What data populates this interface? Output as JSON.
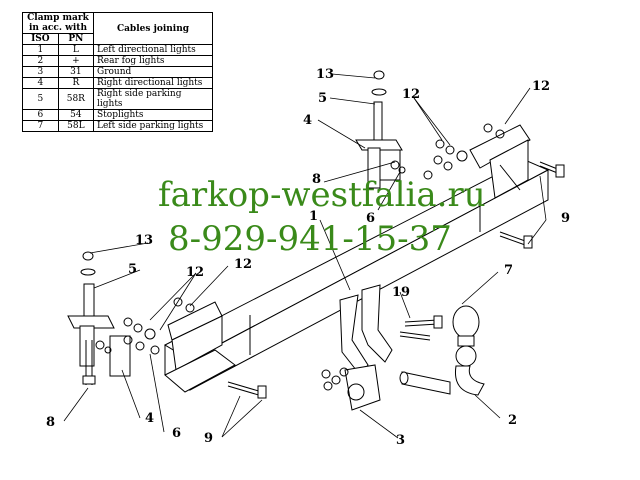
{
  "table": {
    "header_left": "Clamp mark in acc. with",
    "header_right": "Cables joining",
    "col_iso": "ISO",
    "col_pn": "PN",
    "rows": [
      {
        "n": "1",
        "pn": "L",
        "desc": "Left directional lights"
      },
      {
        "n": "2",
        "pn": "+",
        "desc": "Rear fog lights"
      },
      {
        "n": "3",
        "pn": "31",
        "desc": "Ground"
      },
      {
        "n": "4",
        "pn": "R",
        "desc": "Right directional lights"
      },
      {
        "n": "5",
        "pn": "58R",
        "desc": "Right side parking lights"
      },
      {
        "n": "6",
        "pn": "54",
        "desc": "Stoplights"
      },
      {
        "n": "7",
        "pn": "58L",
        "desc": "Left side parking lights"
      }
    ]
  },
  "watermark": {
    "site": "farkop-westfalia.ru",
    "phone": "8-929-941-15-37"
  },
  "labels": {
    "l13a": "13",
    "l5a": "5",
    "l4a": "4",
    "l12a": "12",
    "l12b": "12",
    "l8a": "8",
    "l6a": "6",
    "l1": "1",
    "l9a": "9",
    "l13b": "13",
    "l5b": "5",
    "l12c": "12",
    "l12d": "12",
    "l19": "19",
    "l7": "7",
    "l8b": "8",
    "l4b": "4",
    "l6b": "6",
    "l9b": "9",
    "l3": "3",
    "l2": "2"
  }
}
